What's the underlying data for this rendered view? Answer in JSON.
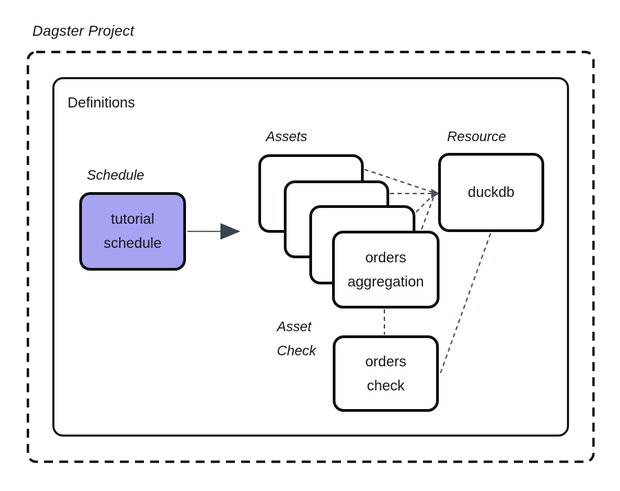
{
  "title": "Dagster Project",
  "definitions": {
    "label": "Definitions"
  },
  "schedule": {
    "section_label": "Schedule",
    "node_label_line1": "tutorial",
    "node_label_line2": "schedule"
  },
  "assets": {
    "section_label": "Assets",
    "stack_count": 4,
    "front_node_line1": "orders",
    "front_node_line2": "aggregation"
  },
  "resource": {
    "section_label": "Resource",
    "node_label": "duckdb"
  },
  "asset_check": {
    "section_label_line1": "Asset",
    "section_label_line2": "Check",
    "node_label_line1": "orders",
    "node_label_line2": "check"
  },
  "colors": {
    "outline": "#0e0f11",
    "connector": "#4a5160",
    "arrowhead": "#3b4250",
    "schedule_node_fill": "#a8a2f2",
    "node_fill": "#ffffff",
    "background": "#ffffff",
    "text": "#15171c"
  }
}
